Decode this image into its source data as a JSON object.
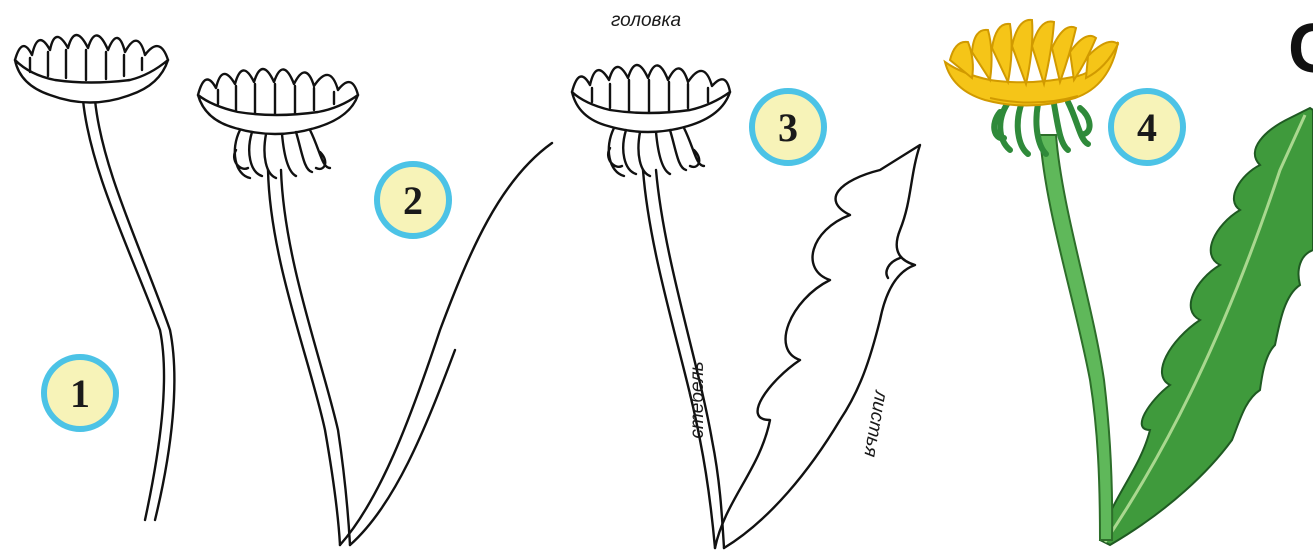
{
  "steps": [
    {
      "number": "1"
    },
    {
      "number": "2"
    },
    {
      "number": "3"
    },
    {
      "number": "4"
    }
  ],
  "labels": {
    "head": "головка",
    "stem": "стебель",
    "leaves": "листья"
  },
  "corner_fragment": "С",
  "colors": {
    "badge_fill": "#f7f3b8",
    "badge_ring": "#4cc3e6",
    "petal_yellow": "#f5c518",
    "petal_edge": "#d19a00",
    "stem_green": "#5fb85a",
    "leaf_green": "#3f9a3c",
    "bract_green": "#2f8a3a",
    "ink": "#111111"
  }
}
